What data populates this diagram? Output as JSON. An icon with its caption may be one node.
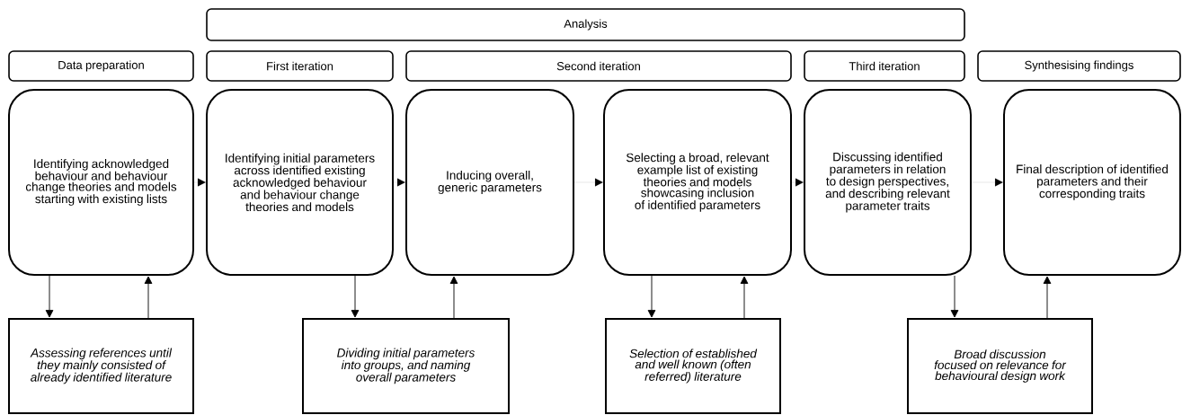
{
  "diagram": {
    "nodes": [
      {
        "text": [
          "Analysis"
        ]
      },
      {
        "text": [
          "Data preparation"
        ]
      },
      {
        "text": [
          "First iteration"
        ]
      },
      {
        "text": [
          "Second iteration"
        ]
      },
      {
        "text": [
          "Third iteration"
        ]
      },
      {
        "text": [
          "Synthesising findings"
        ]
      },
      {
        "text": [
          "Identifying acknowledged behaviour and behaviour change theories and models starting with existing lists"
        ]
      },
      {
        "text": [
          "Identifying initial parameters across identified existing acknowledged behaviour and behaviour change theories and models"
        ]
      },
      {
        "text": [
          "Inducing overall, generic parameters"
        ]
      },
      {
        "text": [
          "Selecting a broad, relevant example list of existing theories and models showcasing inclusion of identified parameters"
        ]
      },
      {
        "text": [
          "Discussing identified parameters in relation to design perspectives, and describing relevant parameter traits"
        ]
      },
      {
        "text": [
          "Final description of identified parameters and their corresponding traits"
        ]
      },
      {
        "text": [
          "Assessing references until they mainly consisted of already identified literature"
        ]
      },
      {
        "text": [
          "Dividing initial parameters into groups, and naming overall parameters"
        ]
      },
      {
        "text": [
          "Selection of established and well known (often referred) literature"
        ]
      },
      {
        "text": [
          "Broad discussion focused on relevance for behavioural design work"
        ]
      }
    ],
    "edges": [
      {
        "from": 6,
        "to": 7,
        "arrow": "to"
      },
      {
        "from": 7,
        "to": 8,
        "arrow": "to"
      },
      {
        "from": 8,
        "to": 9,
        "arrow": "to"
      },
      {
        "from": 9,
        "to": 10,
        "arrow": "to"
      },
      {
        "from": 10,
        "to": 11,
        "arrow": "to"
      },
      {
        "from": 6,
        "to": 12,
        "arrow": "to"
      },
      {
        "from": 12,
        "to": 6,
        "arrow": "to"
      },
      {
        "from": 7,
        "to": 13,
        "arrow": "to"
      },
      {
        "from": 13,
        "to": 8,
        "arrow": "to"
      },
      {
        "from": 9,
        "to": 14,
        "arrow": "to"
      },
      {
        "from": 14,
        "to": 9,
        "arrow": "to"
      },
      {
        "from": 10,
        "to": 15,
        "arrow": "to"
      },
      {
        "from": 15,
        "to": 11,
        "arrow": "to"
      }
    ]
  }
}
